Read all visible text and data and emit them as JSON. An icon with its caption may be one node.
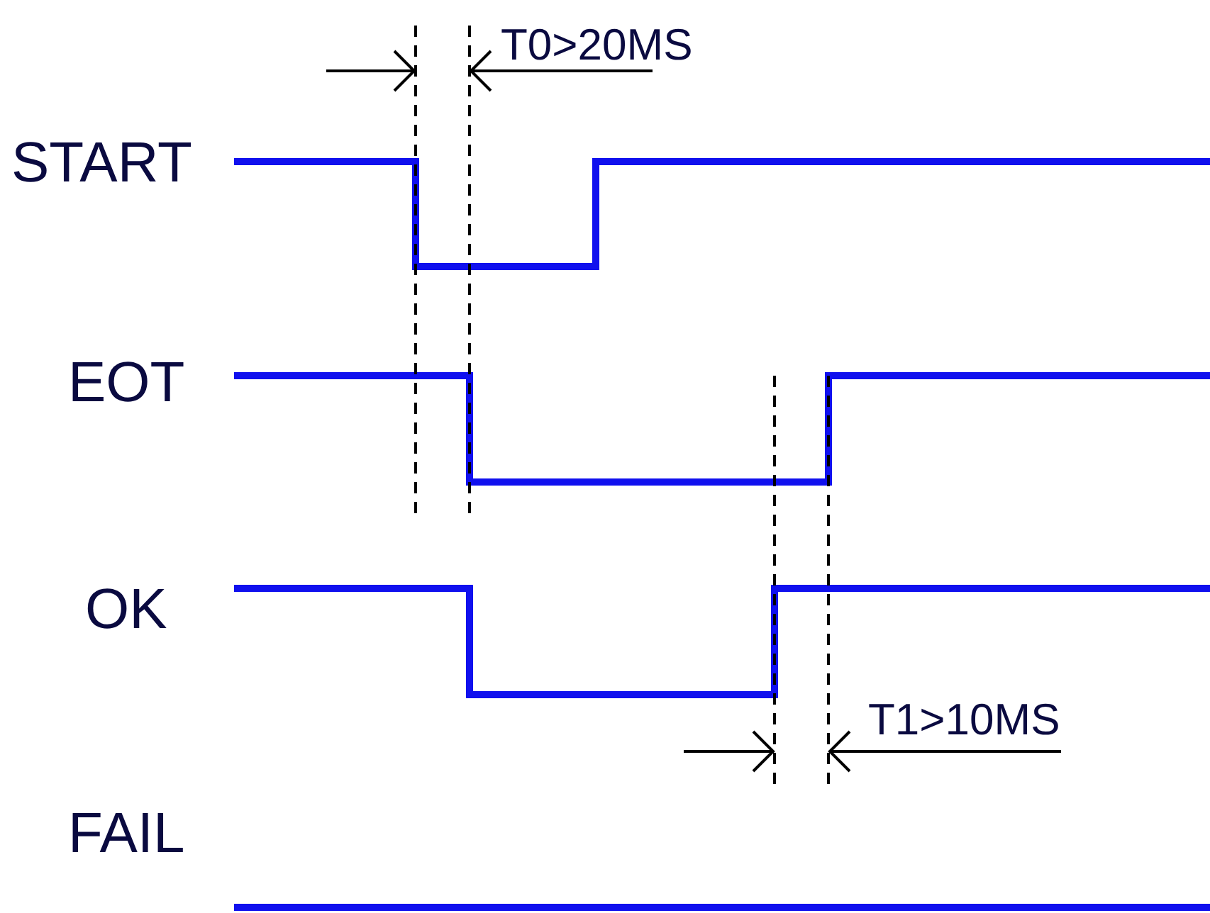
{
  "diagram": {
    "labels": [
      "T0>20MS",
      "START",
      "EOT",
      "OK",
      "T1>10MS",
      "FAIL"
    ]
  }
}
